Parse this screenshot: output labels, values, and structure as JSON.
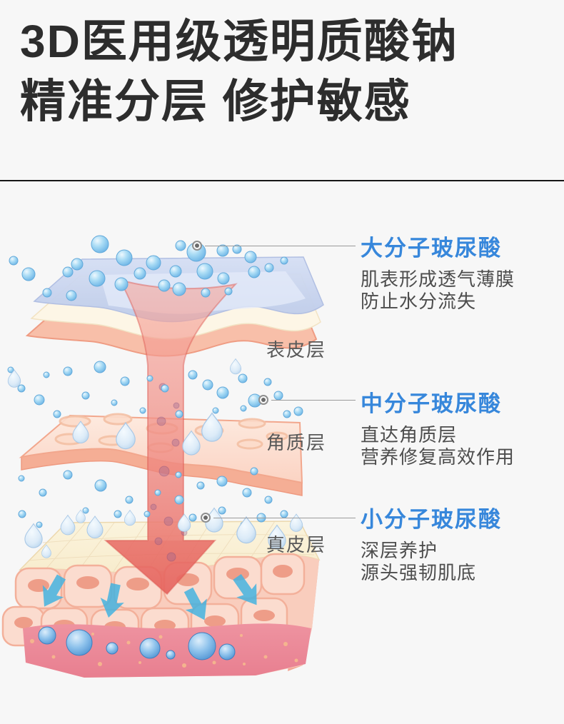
{
  "page": {
    "background": "#f7f7f7",
    "divider_color": "#161616"
  },
  "header": {
    "title_line1": "3D医用级透明质酸钠",
    "title_line2": "精准分层 修护敏感"
  },
  "diagram": {
    "layer_labels": {
      "epidermis": "表皮层",
      "stratum": "角质层",
      "dermis": "真皮层"
    },
    "annotations": [
      {
        "title": "大分子玻尿酸",
        "desc_line1": "肌表形成透气薄膜",
        "desc_line2": "防止水分流失"
      },
      {
        "title": "中分子玻尿酸",
        "desc_line1": "直达角质层",
        "desc_line2": "营养修复高效作用"
      },
      {
        "title": "小分子玻尿酸",
        "desc_line1": "深层养护",
        "desc_line2": "源头强韧肌底"
      }
    ],
    "colors": {
      "annotation_title_blue": "#3787db",
      "annotation_body_gray": "#4d4d4d",
      "layer_label_gray": "#595959",
      "penetration_arrow_red": "#ee7d76",
      "diffusion_arrow_cyan": "#45b3e0",
      "bubble_blue": "#8ecdf0",
      "film_layer_blue": "#c9d5ef",
      "cream_layer": "#fdf6e6",
      "skin_salmon": "#f8c2ae",
      "dermis_rose": "#ed909d"
    }
  }
}
